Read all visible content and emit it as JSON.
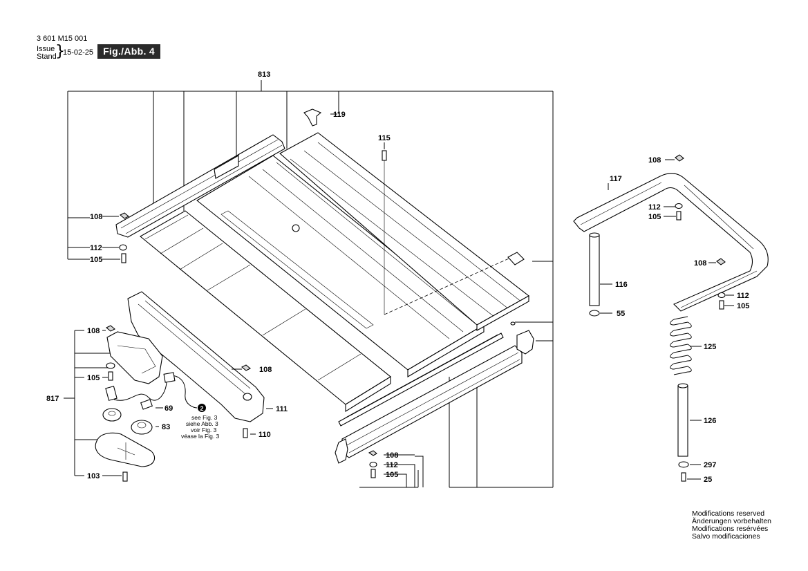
{
  "header": {
    "doc_number": "3 601 M15 001",
    "issue_label": "Issue",
    "stand_label": "Stand",
    "brace": "}",
    "issue_date": "15-02-25",
    "figure": "Fig./Abb. 4"
  },
  "callouts": {
    "c813": "813",
    "c119": "119",
    "c115": "115",
    "c108_left": "108",
    "c112_left": "112",
    "c105_left": "105",
    "c108_mid": "108",
    "c111": "111",
    "c110": "110",
    "c817": "817",
    "c108_grp": "108",
    "c105_grp": "105",
    "c69": "69",
    "c83": "83",
    "c103": "103",
    "c108_bot": "108",
    "c112_bot": "112",
    "c105_bot": "105",
    "c108_tr": "108",
    "c117": "117",
    "c112_tr": "112",
    "c105_tr": "105",
    "c108_r2": "108",
    "c112_r2": "112",
    "c105_r2": "105",
    "c116": "116",
    "c55": "55",
    "c125": "125",
    "c126": "126",
    "c297": "297",
    "c25": "25",
    "ref_marker": "2"
  },
  "see_figure_notes": [
    "see Fig. 3",
    "siehe Abb. 3",
    "voir Fig. 3",
    "véase la Fig. 3"
  ],
  "modifications": [
    "Modifications reserved",
    "Änderungen vorbehalten",
    "Modifications resérvées",
    "Salvo modificaciones"
  ]
}
